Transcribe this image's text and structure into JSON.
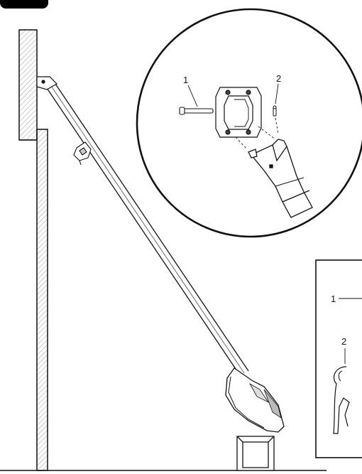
{
  "callouts": {
    "detail_part_1": "1",
    "detail_part_2": "2",
    "panel_part_1": "1",
    "panel_part_2": "2"
  },
  "colors": {
    "stroke": "#111111",
    "hatch": "#9a9a9a",
    "page": "#ffffff",
    "tab": "#000000"
  }
}
